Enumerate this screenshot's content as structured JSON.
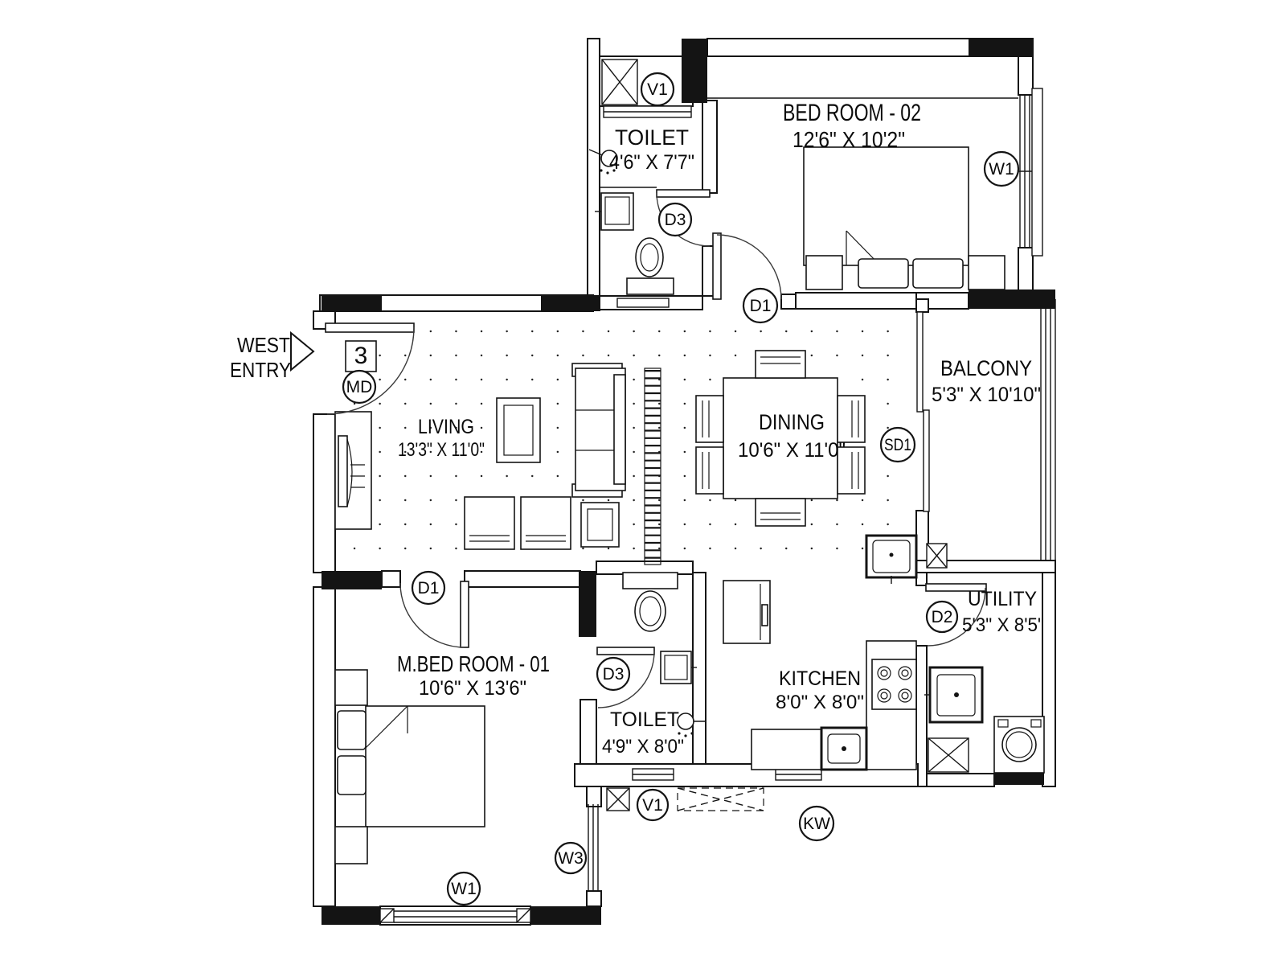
{
  "entry": {
    "direction_top": "WEST",
    "direction_bottom": "ENTRY",
    "unit_number": "3",
    "door_tag": "MD"
  },
  "rooms": {
    "toilet1": {
      "name": "TOILET",
      "dims": "4'6\" X 7'7\""
    },
    "bedroom2": {
      "name": "BED ROOM - 02",
      "dims": "12'6\" X 10'2\""
    },
    "balcony": {
      "name": "BALCONY",
      "dims": "5'3\" X 10'10\""
    },
    "living": {
      "name": "LIVING",
      "dims": "13'3\" X 11'0\""
    },
    "dining": {
      "name": "DINING",
      "dims": "10'6\" X 11'0\""
    },
    "utility": {
      "name": "UTILITY",
      "dims": "5'3\" X 8'5\""
    },
    "master": {
      "name": "M.BED ROOM - 01",
      "dims": "10'6\" X 13'6\""
    },
    "toilet2": {
      "name": "TOILET",
      "dims": "4'9\" X 8'0\""
    },
    "kitchen": {
      "name": "KITCHEN",
      "dims": "8'0\" X 8'0\""
    }
  },
  "tags": {
    "v1_toilet1": "V1",
    "w1_bedroom2": "W1",
    "d3_toilet1": "D3",
    "d1_bedroom2": "D1",
    "md_entry": "MD",
    "sd1_balcony": "SD1",
    "d2_utility": "D2",
    "d1_master": "D1",
    "d3_toilet2": "D3",
    "v1_toilet2": "V1",
    "kw_kitchen": "KW",
    "w3_master": "W3",
    "w1_master": "W1"
  },
  "colors": {
    "ink": "#141414",
    "paper": "#ffffff"
  }
}
